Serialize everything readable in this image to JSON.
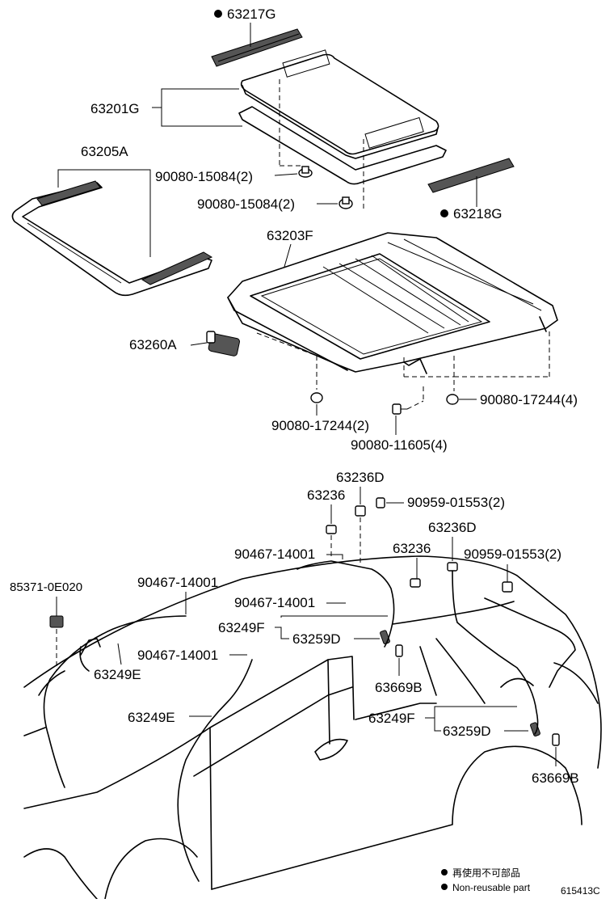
{
  "callouts": {
    "c63217G": "63217G",
    "c63201G": "63201G",
    "c63205A": "63205A",
    "c90080_15084a": "90080-15084(2)",
    "c90080_15084b": "90080-15084(2)",
    "c63218G": "63218G",
    "c63203F": "63203F",
    "c63260A": "63260A",
    "c90080_17244a": "90080-17244(2)",
    "c90080_17244b": "90080-17244(4)",
    "c90080_11605": "90080-11605(4)",
    "c63236D_a": "63236D",
    "c63236_a": "63236",
    "c90959_a": "90959-01553(2)",
    "c63236D_b": "63236D",
    "c90467_a": "90467-14001",
    "c63236_b": "63236",
    "c90959_b": "90959-01553(2)",
    "c85371": "85371-0E020",
    "c90467_b": "90467-14001",
    "c90467_c": "90467-14001",
    "c63249F_a": "63249F",
    "c63259D_a": "63259D",
    "c90467_d": "90467-14001",
    "c63249E_a": "63249E",
    "c63669B_a": "63669B",
    "c63249E_b": "63249E",
    "c63249F_b": "63249F",
    "c63259D_b": "63259D",
    "c63669B_b": "63669B"
  },
  "legend": {
    "jp": "再使用不可部品",
    "en": "Non-reusable part"
  },
  "figure_id": "615413C"
}
